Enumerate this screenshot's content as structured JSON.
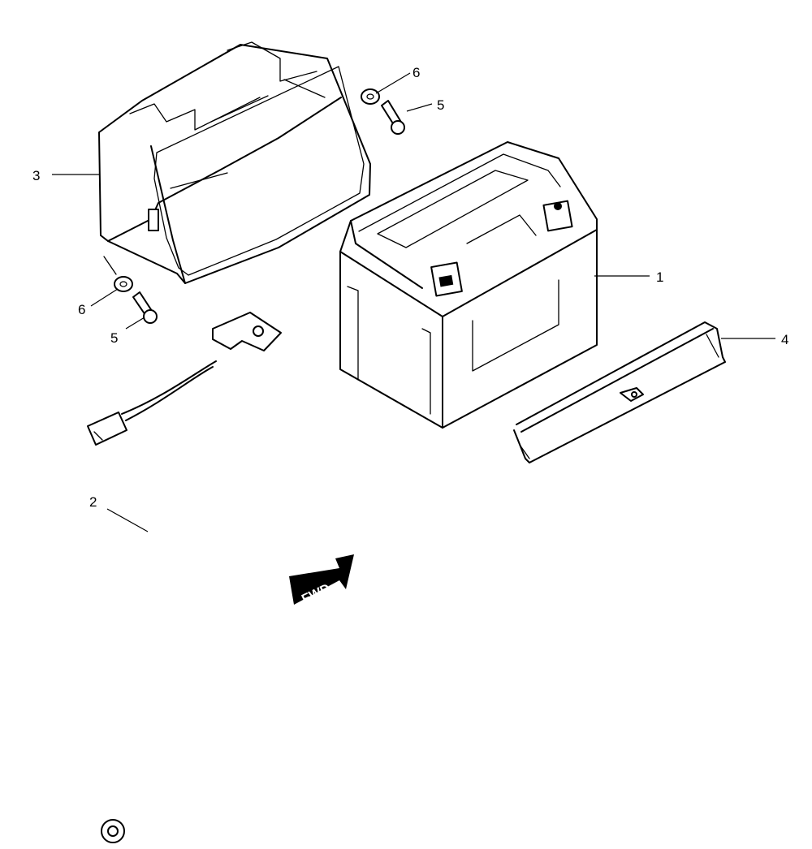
{
  "callouts": [
    {
      "id": "battery",
      "label": "1"
    },
    {
      "id": "ground-cable",
      "label": "2"
    },
    {
      "id": "battery-cover",
      "label": "3"
    },
    {
      "id": "battery-strap",
      "label": "4"
    },
    {
      "id": "bolt-top",
      "label": "5"
    },
    {
      "id": "bolt-bottom",
      "label": "5"
    },
    {
      "id": "washer-top",
      "label": "6"
    },
    {
      "id": "washer-bottom",
      "label": "6"
    }
  ],
  "direction_arrow": {
    "label": "FWD"
  },
  "colors": {
    "line": "#000000",
    "background": "#ffffff"
  }
}
